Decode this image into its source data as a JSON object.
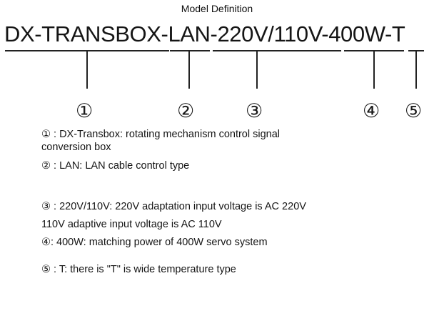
{
  "title": "Model Definition",
  "model_code": "DX-TRANSBOX-LAN-220V/110V-400W-T",
  "markers": [
    "①",
    "②",
    "③",
    "④",
    "⑤"
  ],
  "descriptions": [
    "① : DX-Transbox: rotating mechanism control signal",
    "conversion box",
    "② : LAN: LAN cable control type",
    "③ : 220V/110V: 220V adaptation input voltage is AC 220V",
    "110V adaptive input voltage is AC 110V",
    "④: 400W: matching power of 400W servo system",
    "⑤ : T: there is \"T\" is wide temperature type"
  ]
}
